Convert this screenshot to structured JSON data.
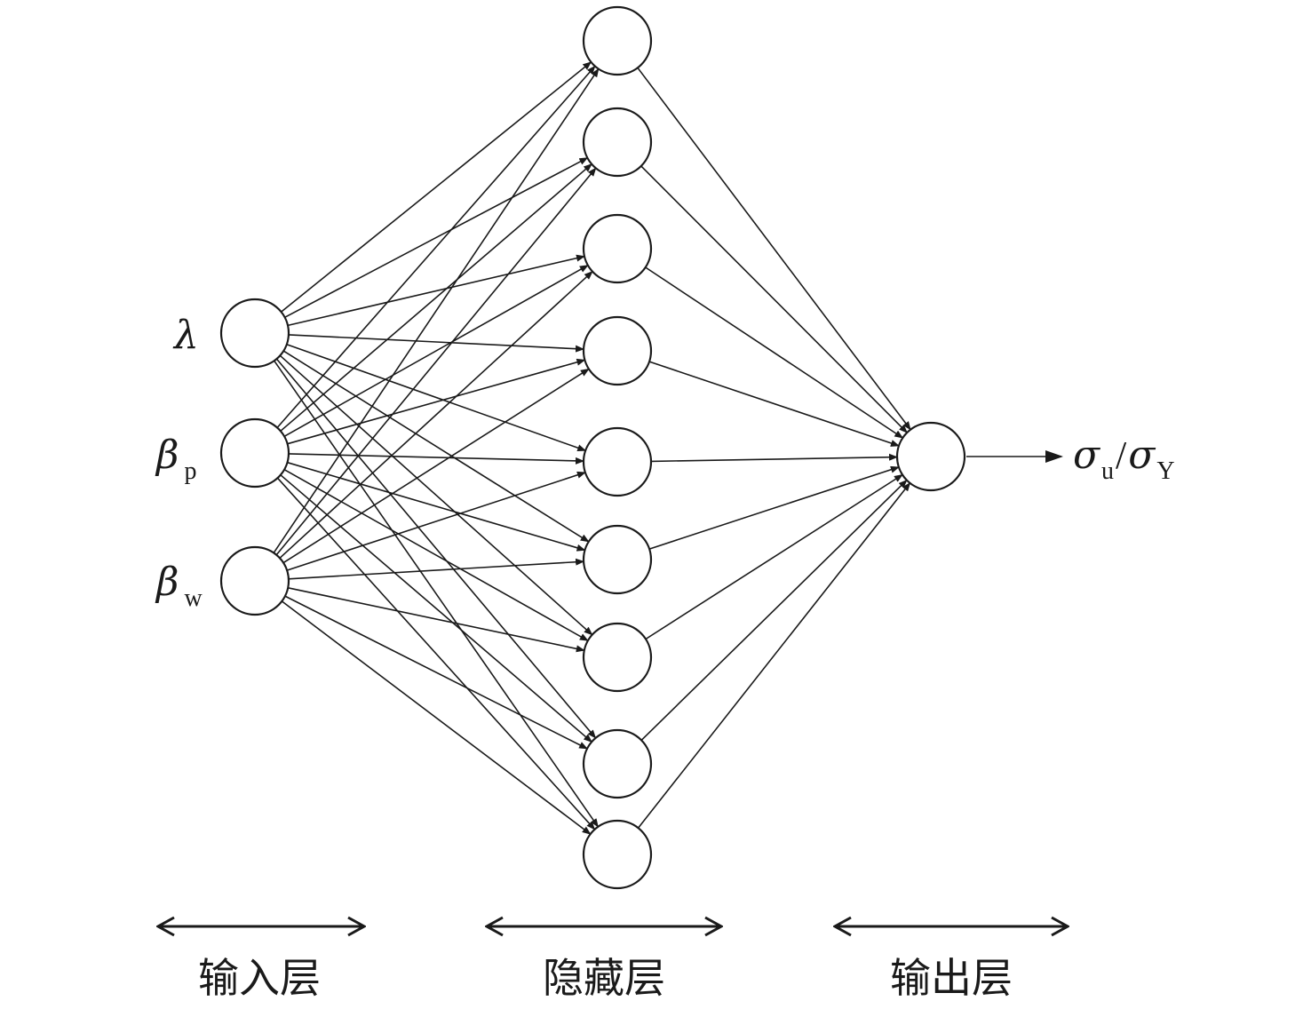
{
  "layers": {
    "input": {
      "label": "输入层",
      "nodes": [
        {
          "symbol": "λ",
          "subscript": ""
        },
        {
          "symbol": "β",
          "subscript": "p"
        },
        {
          "symbol": "β",
          "subscript": "w"
        }
      ]
    },
    "hidden": {
      "label": "隐藏层",
      "node_count": 9
    },
    "output": {
      "label": "输出层",
      "node_count": 1,
      "result": {
        "numerator_symbol": "σ",
        "numerator_subscript": "u",
        "separator": "/",
        "denominator_symbol": "σ",
        "denominator_subscript": "Y"
      }
    }
  },
  "connections": {
    "input_to_hidden": "fully-connected",
    "hidden_to_output": "fully-connected"
  }
}
